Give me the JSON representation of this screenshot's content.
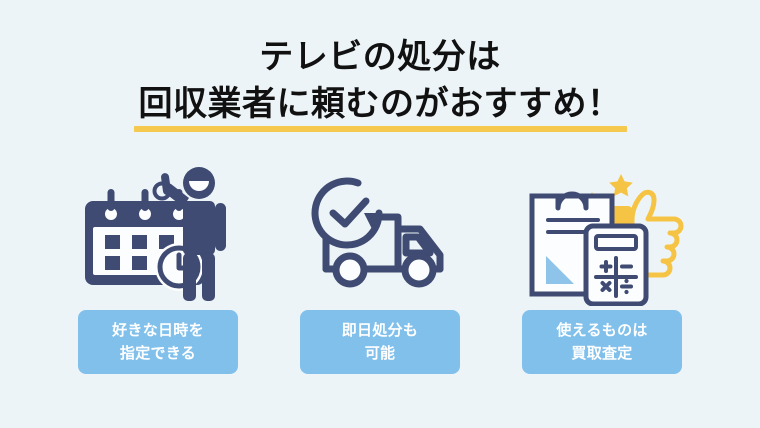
{
  "background_color": "#edf4f8",
  "heading": {
    "line1": "テレビの処分は",
    "line2": "回収業者に頼むのがおすすめ！",
    "text_color": "#111111",
    "underline_color": "#f5c84e"
  },
  "theme": {
    "icon_navy": "#3f4b72",
    "icon_yellow": "#f6c445",
    "icon_light_blue": "#8fc4ea",
    "label_box_color": "#81c0eb",
    "label_text_color": "#ffffff"
  },
  "features": [
    {
      "icon": "calendar-clock-person-icon",
      "label_line1": "好きな日時を",
      "label_line2": "指定できる"
    },
    {
      "icon": "truck-clock-icon",
      "label_line1": "即日処分も",
      "label_line2": "可能"
    },
    {
      "icon": "clipboard-calculator-thumbsup-icon",
      "label_line1": "使えるものは",
      "label_line2": "買取査定"
    }
  ]
}
